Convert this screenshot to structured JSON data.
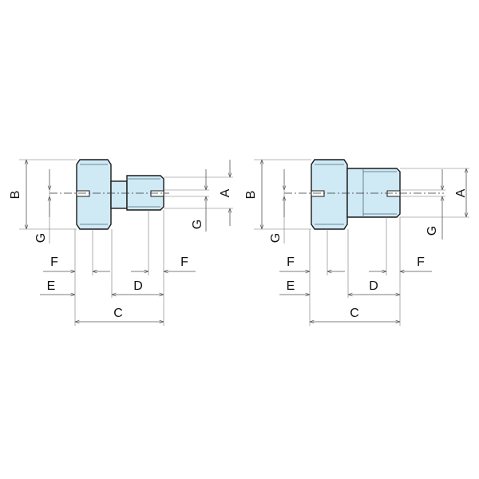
{
  "figures": [
    {
      "id": "left",
      "labels": {
        "A": "A",
        "B": "B",
        "C": "C",
        "D": "D",
        "E": "E",
        "F_left": "F",
        "F_right": "F",
        "G_left": "G",
        "G_right": "G"
      }
    },
    {
      "id": "right",
      "labels": {
        "A": "A",
        "B": "B",
        "C": "C",
        "D": "D",
        "E": "E",
        "F_left": "F",
        "F_right": "F",
        "G_left": "G",
        "G_right": "G"
      }
    }
  ],
  "colors": {
    "part_fill": "#cfe9f5",
    "outline": "#1a1a1a",
    "dimension_line": "#555555"
  }
}
